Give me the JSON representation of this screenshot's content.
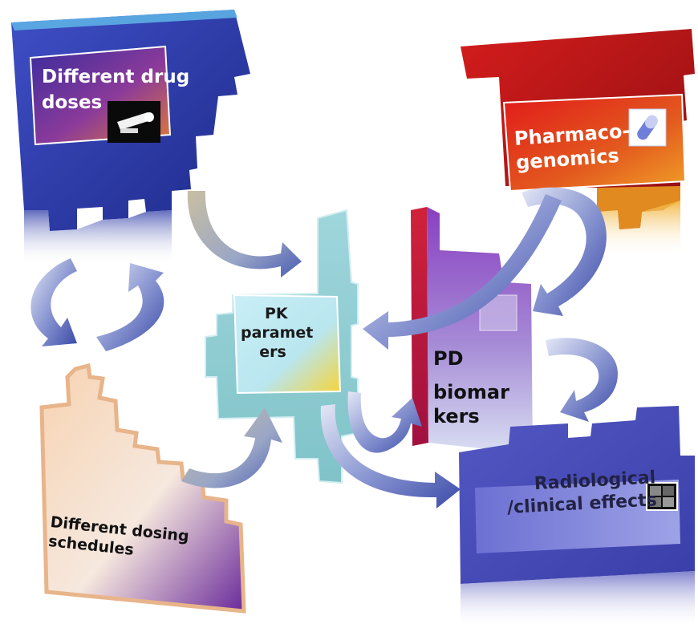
{
  "nodes": {
    "drug_doses": {
      "lines": [
        "Different drug",
        "doses"
      ],
      "color": "#2f3fa8"
    },
    "pharmaco": {
      "lines": [
        "Pharmaco-",
        "genomics"
      ],
      "color": "#c8141c"
    },
    "pk": {
      "lines": [
        "PK",
        "paramet",
        "ers"
      ],
      "color": "#8ecfd6"
    },
    "pd": {
      "lines": [
        "PD",
        "biomar",
        "kers"
      ],
      "color": "#8e4fc0"
    },
    "dosing": {
      "lines": [
        "Different dosing",
        "schedules"
      ],
      "color": "#f3c8a4"
    },
    "radiological": {
      "lines": [
        "Radiological",
        "/clinical effects"
      ],
      "color": "#4b4fb8"
    }
  },
  "icons": [
    "syringe-icon",
    "capsule-icon",
    "scan-image-icon"
  ],
  "arrow_color": "#5a68b8"
}
